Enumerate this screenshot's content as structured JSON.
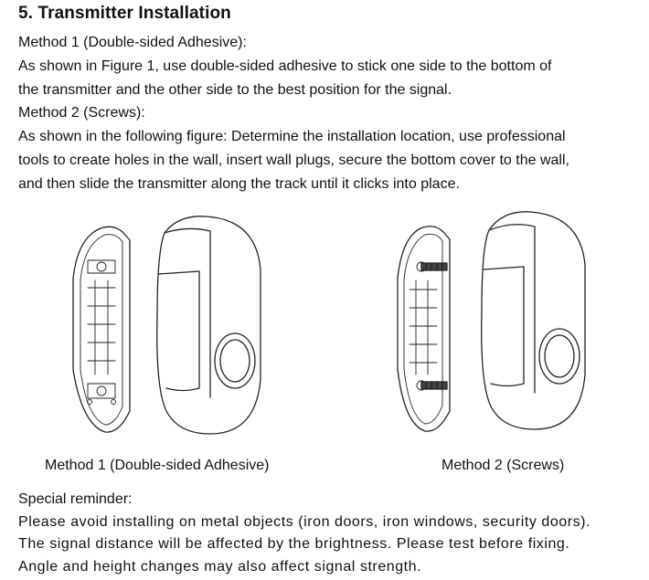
{
  "section": {
    "title": "5. Transmitter Installation"
  },
  "method1": {
    "heading": "Method 1 (Double-sided Adhesive):",
    "line1": "As shown in Figure 1, use double-sided adhesive to stick one side to the bottom of",
    "line2": "the transmitter and the other side to the best position for the signal."
  },
  "method2": {
    "heading": "Method 2 (Screws):",
    "line1": "As shown in the following figure: Determine the installation location, use professional",
    "line2": "tools to create holes in the wall, insert wall plugs, secure the bottom cover to the wall,",
    "line3": "and then slide the transmitter along the track until it clicks into place."
  },
  "figures": {
    "caption1": "Method 1 (Double-sided Adhesive)",
    "caption2": "Method 2 (Screws)"
  },
  "reminder": {
    "heading": "Special reminder:",
    "line1": "Please avoid installing on metal objects (iron doors, iron windows, security doors).",
    "line2": "The signal distance will be affected by the brightness. Please test before fixing.",
    "line3": "Angle and height changes may also affect signal strength."
  }
}
